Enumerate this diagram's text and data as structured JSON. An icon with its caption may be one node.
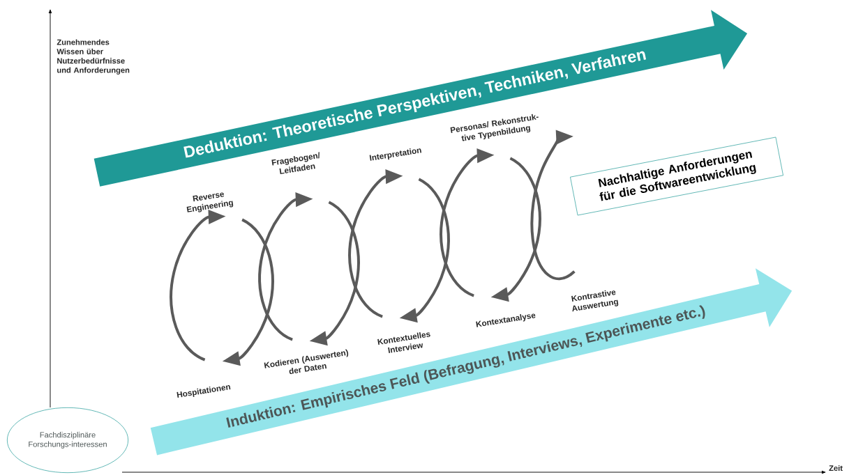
{
  "diagram": {
    "nodes": [
      {
        "text": [
          "Fachdisziplinäre Forschungs-interessen"
        ]
      },
      {
        "text": [
          "Deduktion: Theoretische Perspektiven, Techniken, Verfahren"
        ]
      },
      {
        "text": [
          "Induktion: Empirisches Feld (Befragung, Interviews, Experimente etc.)"
        ]
      },
      {
        "text": [
          "Nachhaltige Anforderungen für die Softwareentwicklung"
        ]
      }
    ],
    "labels": [
      "Zunehmendes Wissen über Nutzerbedürfnisse und Anforderungen",
      "Reverse Engineering",
      "Hospitationen",
      "Fragebogen/ Leitfaden",
      "Kodieren (Auswerten) der Daten",
      "Interpretation",
      "Kontextuelles Interview",
      "Personas/ Rekonstruk-tive Typenbildung",
      "Kontextanalyse",
      "Kontrastive Auswertung",
      "Zeit"
    ]
  }
}
